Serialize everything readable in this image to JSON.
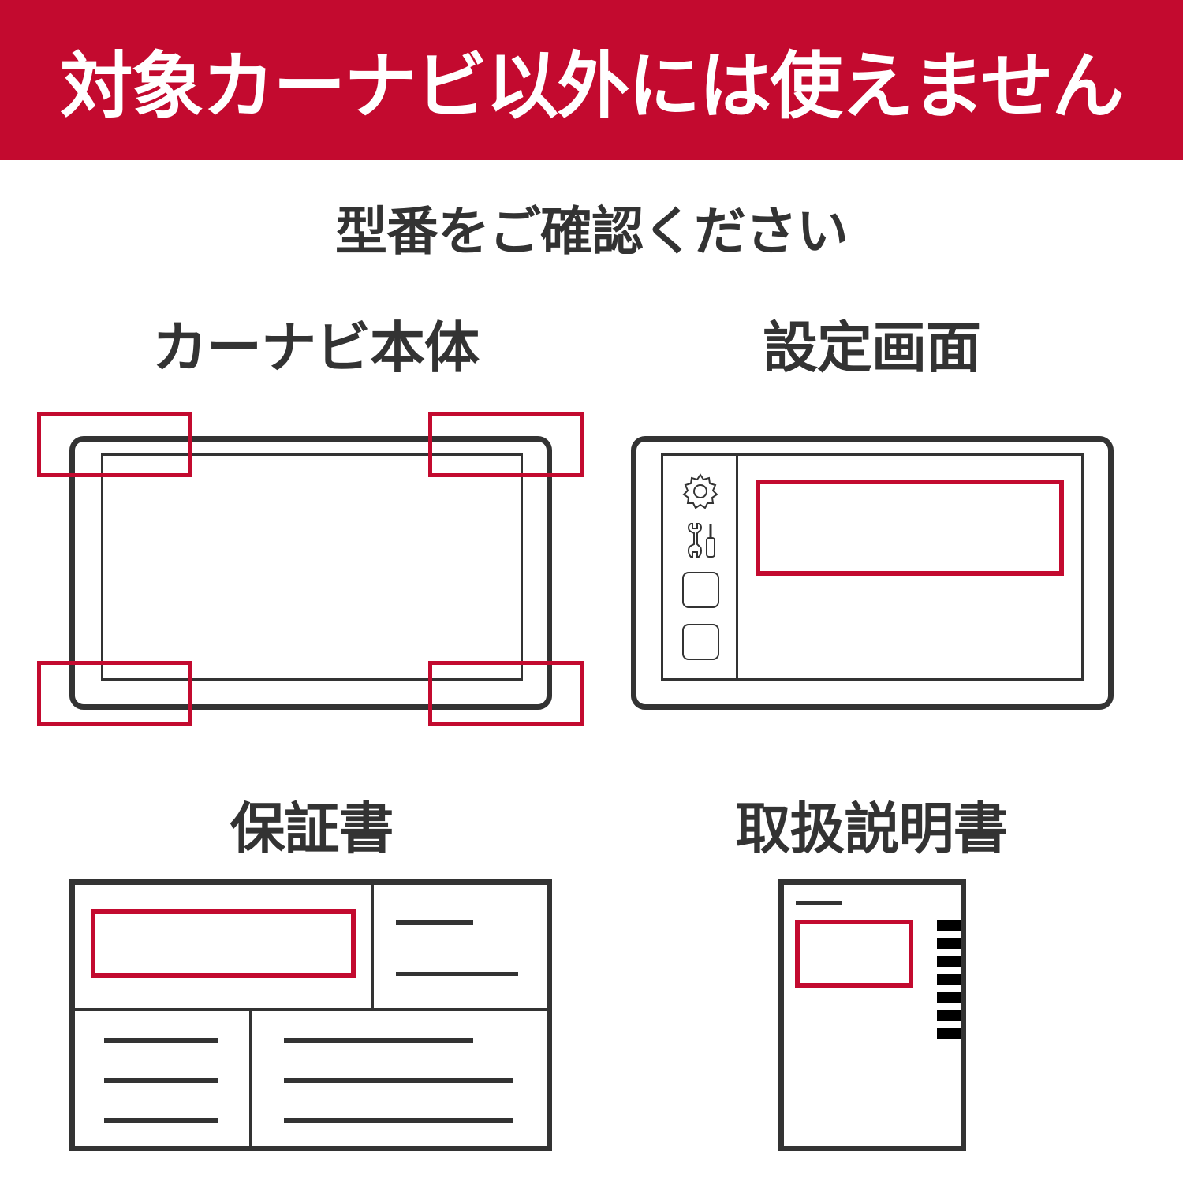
{
  "banner": {
    "text": "対象カーナビ以外には使えません",
    "background_color": "#c30a2f"
  },
  "subtitle": "型番をご確認ください",
  "sections": [
    {
      "label": "カーナビ本体",
      "illustration": "car-navigation-unit"
    },
    {
      "label": "設定画面",
      "illustration": "settings-screen",
      "icons": [
        "gear-icon",
        "tools-icon",
        "square-button-icon",
        "square-button-icon"
      ]
    },
    {
      "label": "保証書",
      "illustration": "warranty-card"
    },
    {
      "label": "取扱説明書",
      "illustration": "instruction-manual"
    }
  ],
  "colors": {
    "accent": "#c30a2f",
    "stroke": "#333333"
  }
}
